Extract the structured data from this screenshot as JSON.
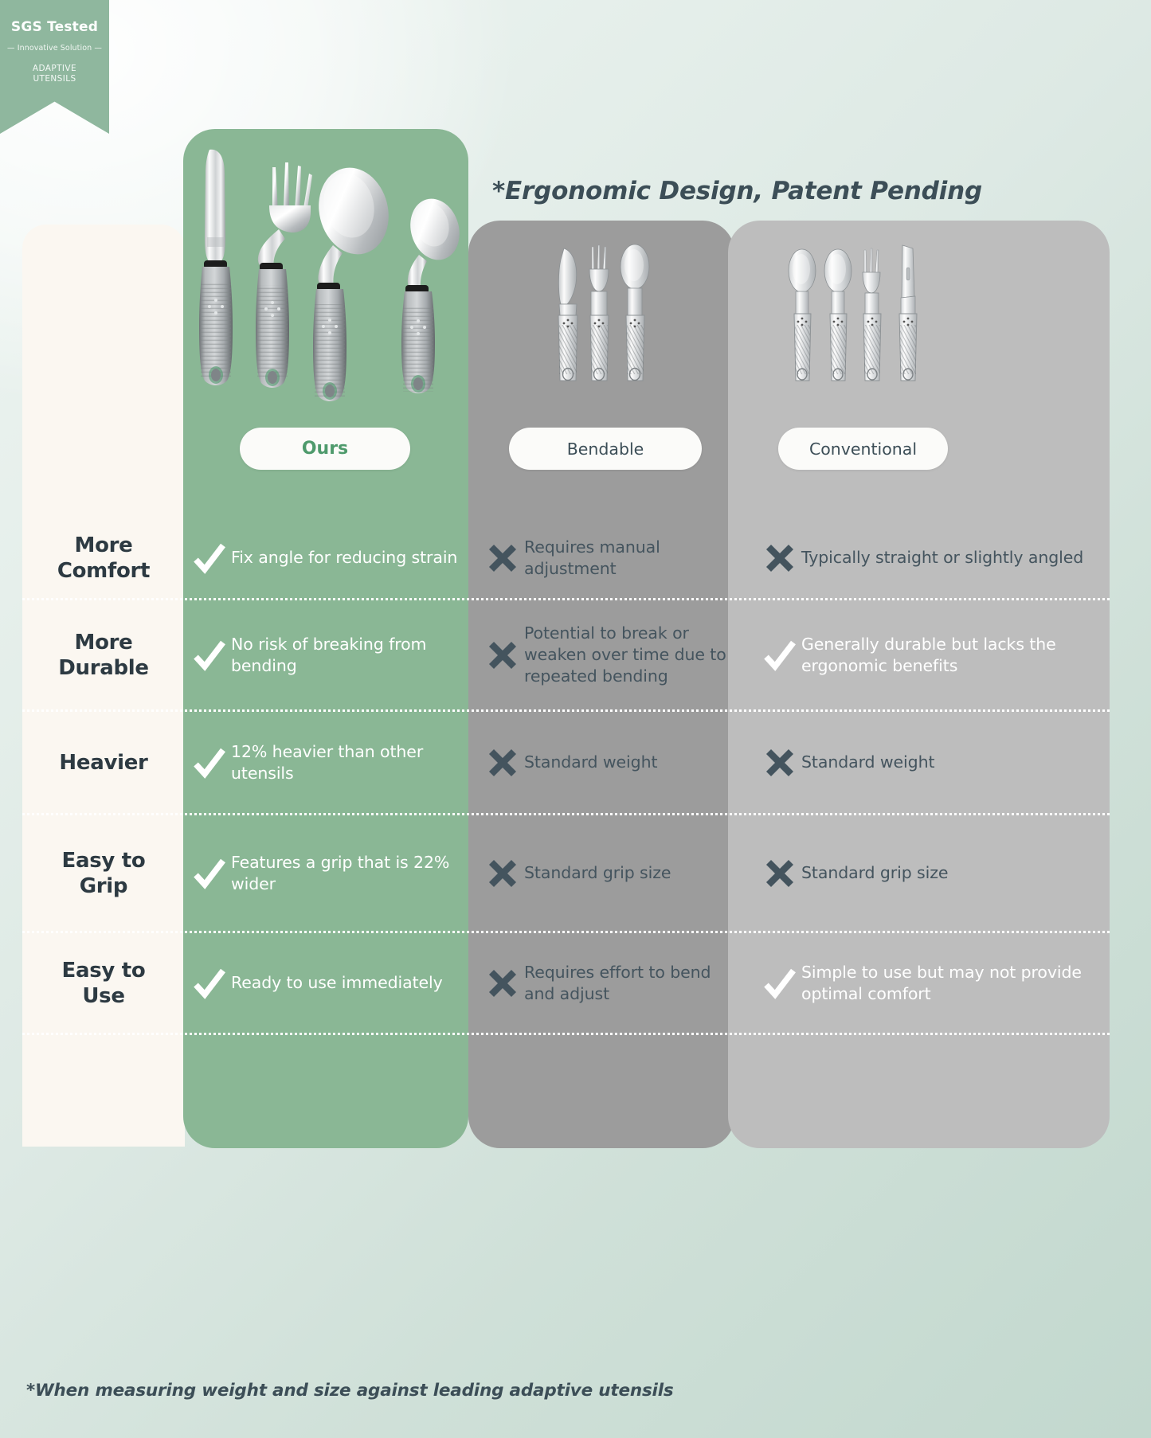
{
  "badge": {
    "title": "SGS Tested",
    "subtitle": "— Innovative Solution —",
    "category_line1": "ADAPTIVE",
    "category_line2": "UTENSILS"
  },
  "headline": "*Ergonomic Design, Patent Pending",
  "footnote": "*When measuring weight and  size against leading adaptive utensils",
  "columns": [
    {
      "key": "ours",
      "label": "Ours",
      "accent": "#4e9a6c",
      "bg": "#8ab795"
    },
    {
      "key": "bendable",
      "label": "Bendable",
      "accent": "#3c4e57",
      "bg": "#9c9c9c"
    },
    {
      "key": "conventional",
      "label": "Conventional",
      "accent": "#3c4e57",
      "bg": "#bdbdbd"
    }
  ],
  "rows": [
    {
      "label": "More Comfort",
      "ours": {
        "mark": "check",
        "text": "Fix angle for reducing strain"
      },
      "bendable": {
        "mark": "cross",
        "text": "Requires manual adjustment"
      },
      "conventional": {
        "mark": "cross",
        "text": "Typically straight or slightly angled"
      }
    },
    {
      "label": "More Durable",
      "ours": {
        "mark": "check",
        "text": "No risk of breaking from bending"
      },
      "bendable": {
        "mark": "cross",
        "text": "Potential to break or weaken over time due to repeated bending"
      },
      "conventional": {
        "mark": "check",
        "text": "Generally durable but lacks the ergonomic benefits"
      }
    },
    {
      "label": "Heavier",
      "ours": {
        "mark": "check",
        "text": "12% heavier than other utensils"
      },
      "bendable": {
        "mark": "cross",
        "text": "Standard weight"
      },
      "conventional": {
        "mark": "cross",
        "text": "Standard weight"
      }
    },
    {
      "label": "Easy to Grip",
      "ours": {
        "mark": "check",
        "text": "Features a grip that is 22% wider"
      },
      "bendable": {
        "mark": "cross",
        "text": "Standard grip size"
      },
      "conventional": {
        "mark": "cross",
        "text": "Standard grip size"
      }
    },
    {
      "label": "Easy to Use",
      "ours": {
        "mark": "check",
        "text": "Ready to use immediately"
      },
      "bendable": {
        "mark": "cross",
        "text": "Requires effort to bend and adjust"
      },
      "conventional": {
        "mark": "check",
        "text": "Simple to use but may not provide optimal comfort"
      }
    }
  ],
  "icons": {
    "check": "check-mark-icon",
    "cross": "cross-mark-icon"
  },
  "colors": {
    "green": "#8ab795",
    "green_accent": "#4e9a6c",
    "gray_mid": "#9c9c9c",
    "gray_light": "#bdbdbd",
    "cream": "#fbf7f1",
    "slate": "#3c4e57",
    "white": "#ffffff"
  }
}
